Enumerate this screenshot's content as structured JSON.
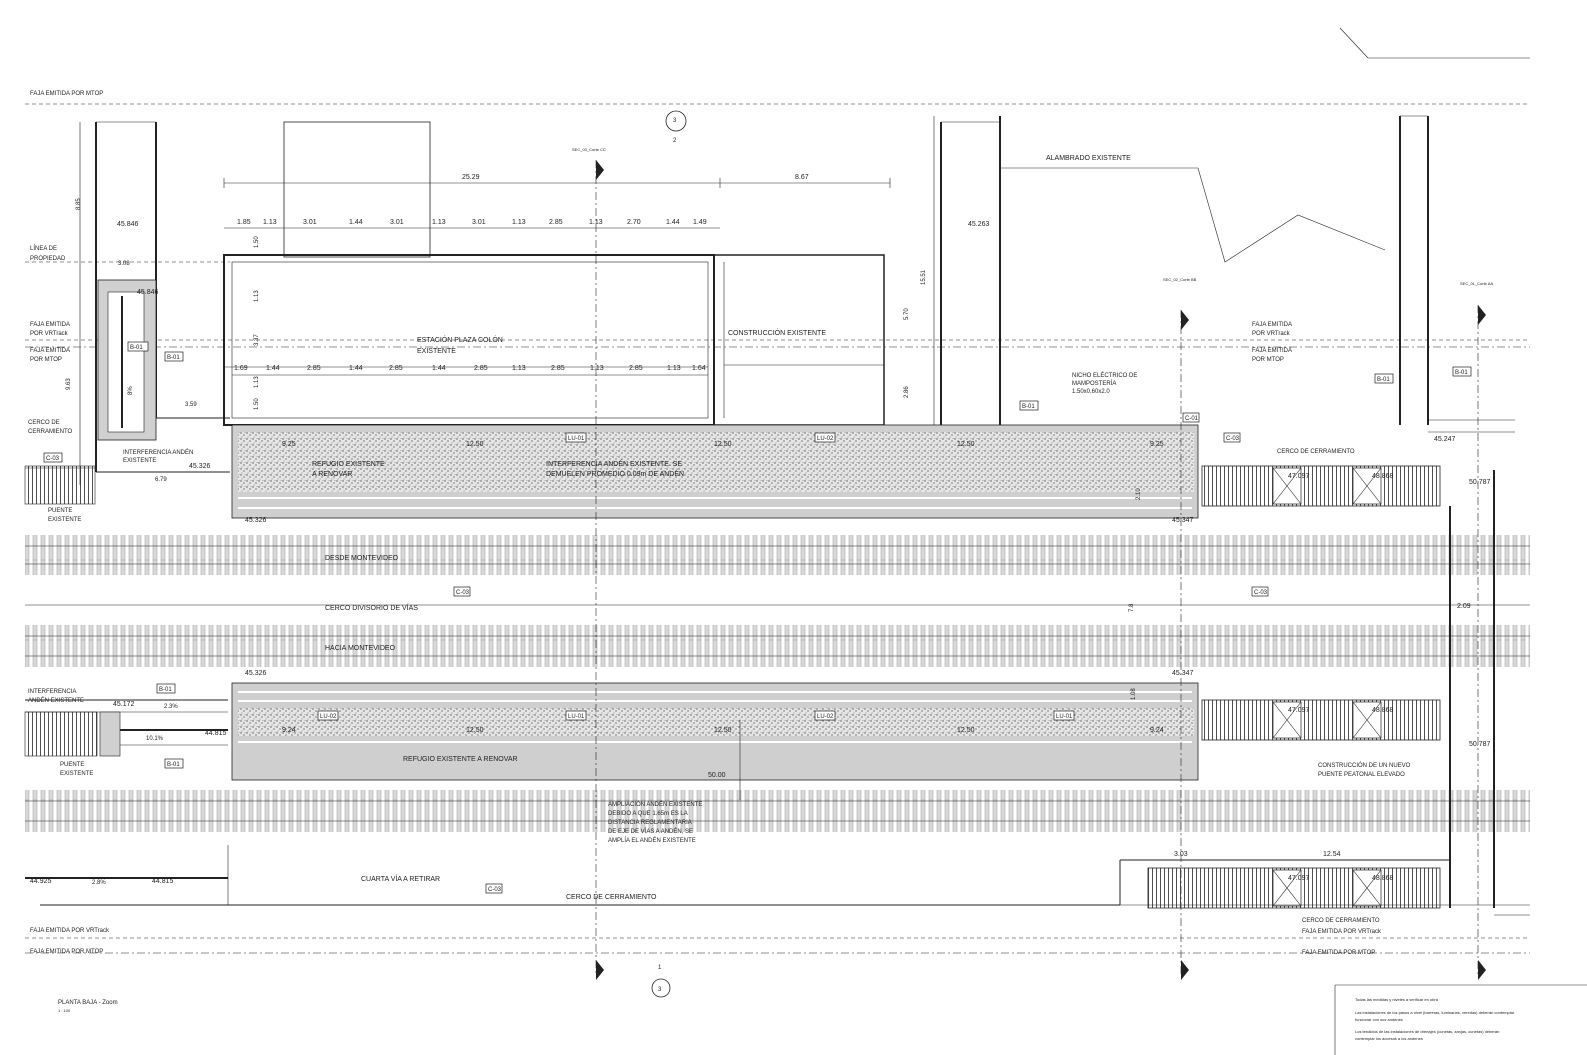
{
  "labels": {
    "faja_mtop": "FAJA EMITIDA POR MTOP",
    "faja_vrtrack": "FAJA EMITIDA POR VRTrack",
    "linea_propiedad_1": "LÍNEA DE",
    "linea_propiedad_2": "PROPIEDAD",
    "faja_emitida": "FAJA EMITIDA",
    "por_vrtrack": "POR VRTrack",
    "por_mtop": "POR MTOP",
    "cerco_1": "CERCO DE",
    "cerco_2": "CERRAMIENTO",
    "cerco_cerramiento": "CERCO DE CERRAMIENTO",
    "interferencia_1": "INTERFERENCIA ANDÉN",
    "interferencia_2": "EXISTENTE",
    "interferencia_b1": "INTERFERENCIA",
    "interferencia_b2": "ANDÉN EXISTENTE",
    "puente_1": "PUENTE",
    "puente_2": "EXISTENTE",
    "alambrado": "ALAMBRADO EXISTENTE",
    "estacion_1": "ESTACIÓN PLAZA COLÓN",
    "estacion_2": "EXISTENTE",
    "construccion_existente": "CONSTRUCCIÓN EXISTENTE",
    "nicho_1": "NICHO ELÉCTRICO DE",
    "nicho_2": "MAMPOSTERÍA",
    "nicho_3": "1.50x0.60x2.0",
    "refugio_1": "REFUGIO EXISTENTE",
    "refugio_2": "A RENOVAR",
    "refugio_renovar": "REFUGIO EXISTENTE A RENOVAR",
    "interf_anden_1": "INTERFERENCIA ANDÉN EXISTENTE. SE",
    "interf_anden_2": "DEMUELEN PROMEDIO 0.09m DE ANDÉN",
    "desde_montevideo": "DESDE MONTEVIDEO",
    "hacia_montevideo": "HACIA MONTEVIDEO",
    "cerco_divisorio": "CERCO DIVISORIO DE VÍAS",
    "cuarta_via": "CUARTA VÍA A RETIRAR",
    "nuevo_puente_1": "CONSTRUCCIÓN DE UN NUEVO",
    "nuevo_puente_2": "PUENTE PEATONAL ELEVADO",
    "ampliacion_1": "AMPLIACIÓN ANDÉN EXISTENTE",
    "ampliacion_2": "DEBIDO A QUE 1.65m ES LA",
    "ampliacion_3": "DISTANCIA REGLAMENTARIA",
    "ampliacion_4": "DE EJE DE VÍAS A ANDÉN, SE",
    "ampliacion_5": "AMPLÍA EL ANDÉN EXISTENTE",
    "sec_cc": "SEC_03_Corte CC",
    "sec_bb": "SEC_02_Corte BB",
    "sec_aa": "SEC_01_Corte AA",
    "sec_num_top": "3",
    "sec_sheet_top": "2",
    "sec_num_bottom": "3",
    "sec_sheet_bottom": "1",
    "plan_title": "PLANTA BAJA - Zoom",
    "plan_scale": "1 : 100"
  },
  "levels": {
    "l1": "45.846",
    "l2": "45.846",
    "l3": "45.263",
    "l4": "45.326",
    "l5": "45.326",
    "l6": "45.347",
    "l7": "45.247",
    "l8": "47.097",
    "l9": "48.868",
    "l10": "50.787",
    "l11": "45.326",
    "l12": "45.347",
    "l13": "45.172",
    "l14": "44.815",
    "l15": "47.097",
    "l16": "48.868",
    "l17": "50.787",
    "l18": "44.925",
    "l19": "44.815",
    "l20": "47.097",
    "l21": "48.868"
  },
  "dims": {
    "d2529": "25.29",
    "d867": "8.67",
    "d885": "8.85",
    "d308": "3.08",
    "d963": "9.63",
    "d359": "3.59",
    "d679": "6.79",
    "d1551": "15.51",
    "d570": "5.70",
    "d286": "2.86",
    "d150a": "1.50",
    "d113a": "1.13",
    "d337": "3.37",
    "d113b": "1.13",
    "d150b": "1.50",
    "d1250": "12.50",
    "d925": "9.25",
    "d210": "2.10",
    "d78": "7.8",
    "d108": "1.08",
    "d209": "2.09",
    "d5000": "50.00",
    "d303": "3.03",
    "d1254": "12.54",
    "d924": "9.24",
    "d925b": "9.25",
    "d924b": "9.24",
    "slope_8": "8%",
    "slope_23": "2.3%",
    "slope_101": "10.1%",
    "slope_28": "2.8%",
    "top_row": [
      "1.85",
      "1.13",
      "3.01",
      "1.44",
      "3.01",
      "1.13",
      "3.01",
      "1.13",
      "2.85",
      "1.13",
      "2.70",
      "1.44",
      "1.49"
    ],
    "mid_row": [
      "1.69",
      "1.44",
      "2.85",
      "1.44",
      "2.85",
      "1.44",
      "2.85",
      "1.13",
      "2.85",
      "1.13",
      "2.85",
      "1.13",
      "1.64"
    ]
  },
  "tags": {
    "b01": "B-01",
    "c01": "C-01",
    "c03": "C-03",
    "lu01": "LU-01",
    "lu02": "LU-02"
  },
  "notes": {
    "n1": "Todas las medidas y niveles a verificar en obra",
    "n2a": "Las instalaciones de los pasos a nivel (barreras, luminarias, veredas) deberán contemplar",
    "n2b": "funcionar con sus andenes",
    "n3a": "Los tendidos de las instalaciones de drenajes (cunetas, zanjas, cunetas) deberán",
    "n3b": "contemplar los accesos a los andenes"
  }
}
